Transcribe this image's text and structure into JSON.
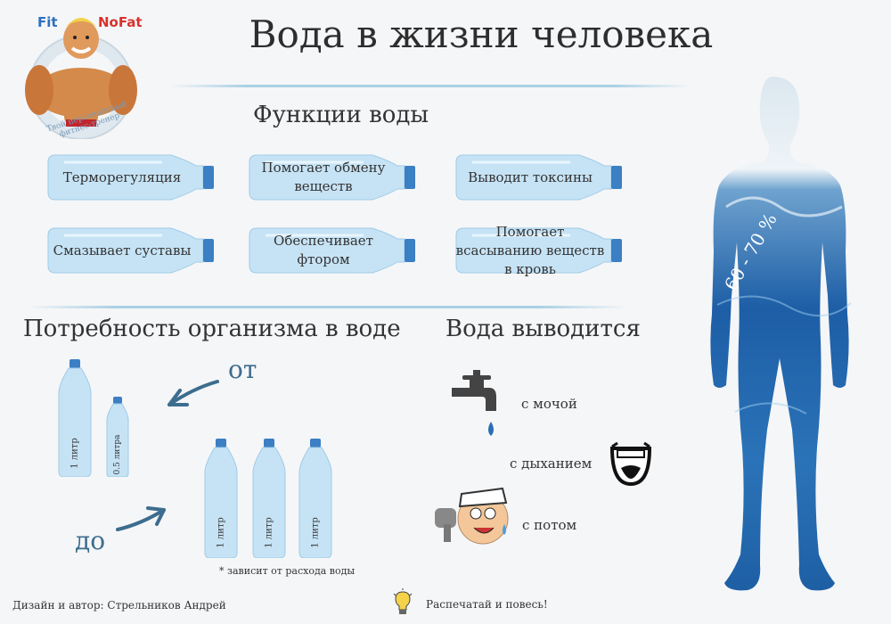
{
  "logo": {
    "left_text": "Fit",
    "right_text": "NoFat",
    "slogan": "Твой персональный фитнес-тренер"
  },
  "title": "Вода в жизни человека",
  "functions": {
    "heading": "Функции воды",
    "items": [
      "Терморегуляция",
      "Помогает обмену веществ",
      "Выводит токсины",
      "Смазывает суставы",
      "Обеспечивает фтором",
      "Помогает всасыванию веществ в кровь"
    ]
  },
  "need": {
    "heading": "Потребность организма в воде",
    "from_label": "от",
    "to_label": "до",
    "from_bottles": [
      "1 литр",
      "0.5 литра"
    ],
    "to_bottles": [
      "1 литр",
      "1 литр",
      "1 литр"
    ],
    "note": "* зависит от расхода воды"
  },
  "output": {
    "heading": "Вода выводится",
    "items": [
      "с мочой",
      "с дыханием",
      "с потом"
    ]
  },
  "body": {
    "percent": "60 - 70 %"
  },
  "footer": {
    "author": "Дизайн и автор: Стрельников Андрей",
    "print": "Распечатай и повесь!"
  },
  "colors": {
    "accent": "#3d6d8e",
    "bottle": "#c6e3f5",
    "cap": "#3b7fc4",
    "water": "#2a6eb5"
  }
}
